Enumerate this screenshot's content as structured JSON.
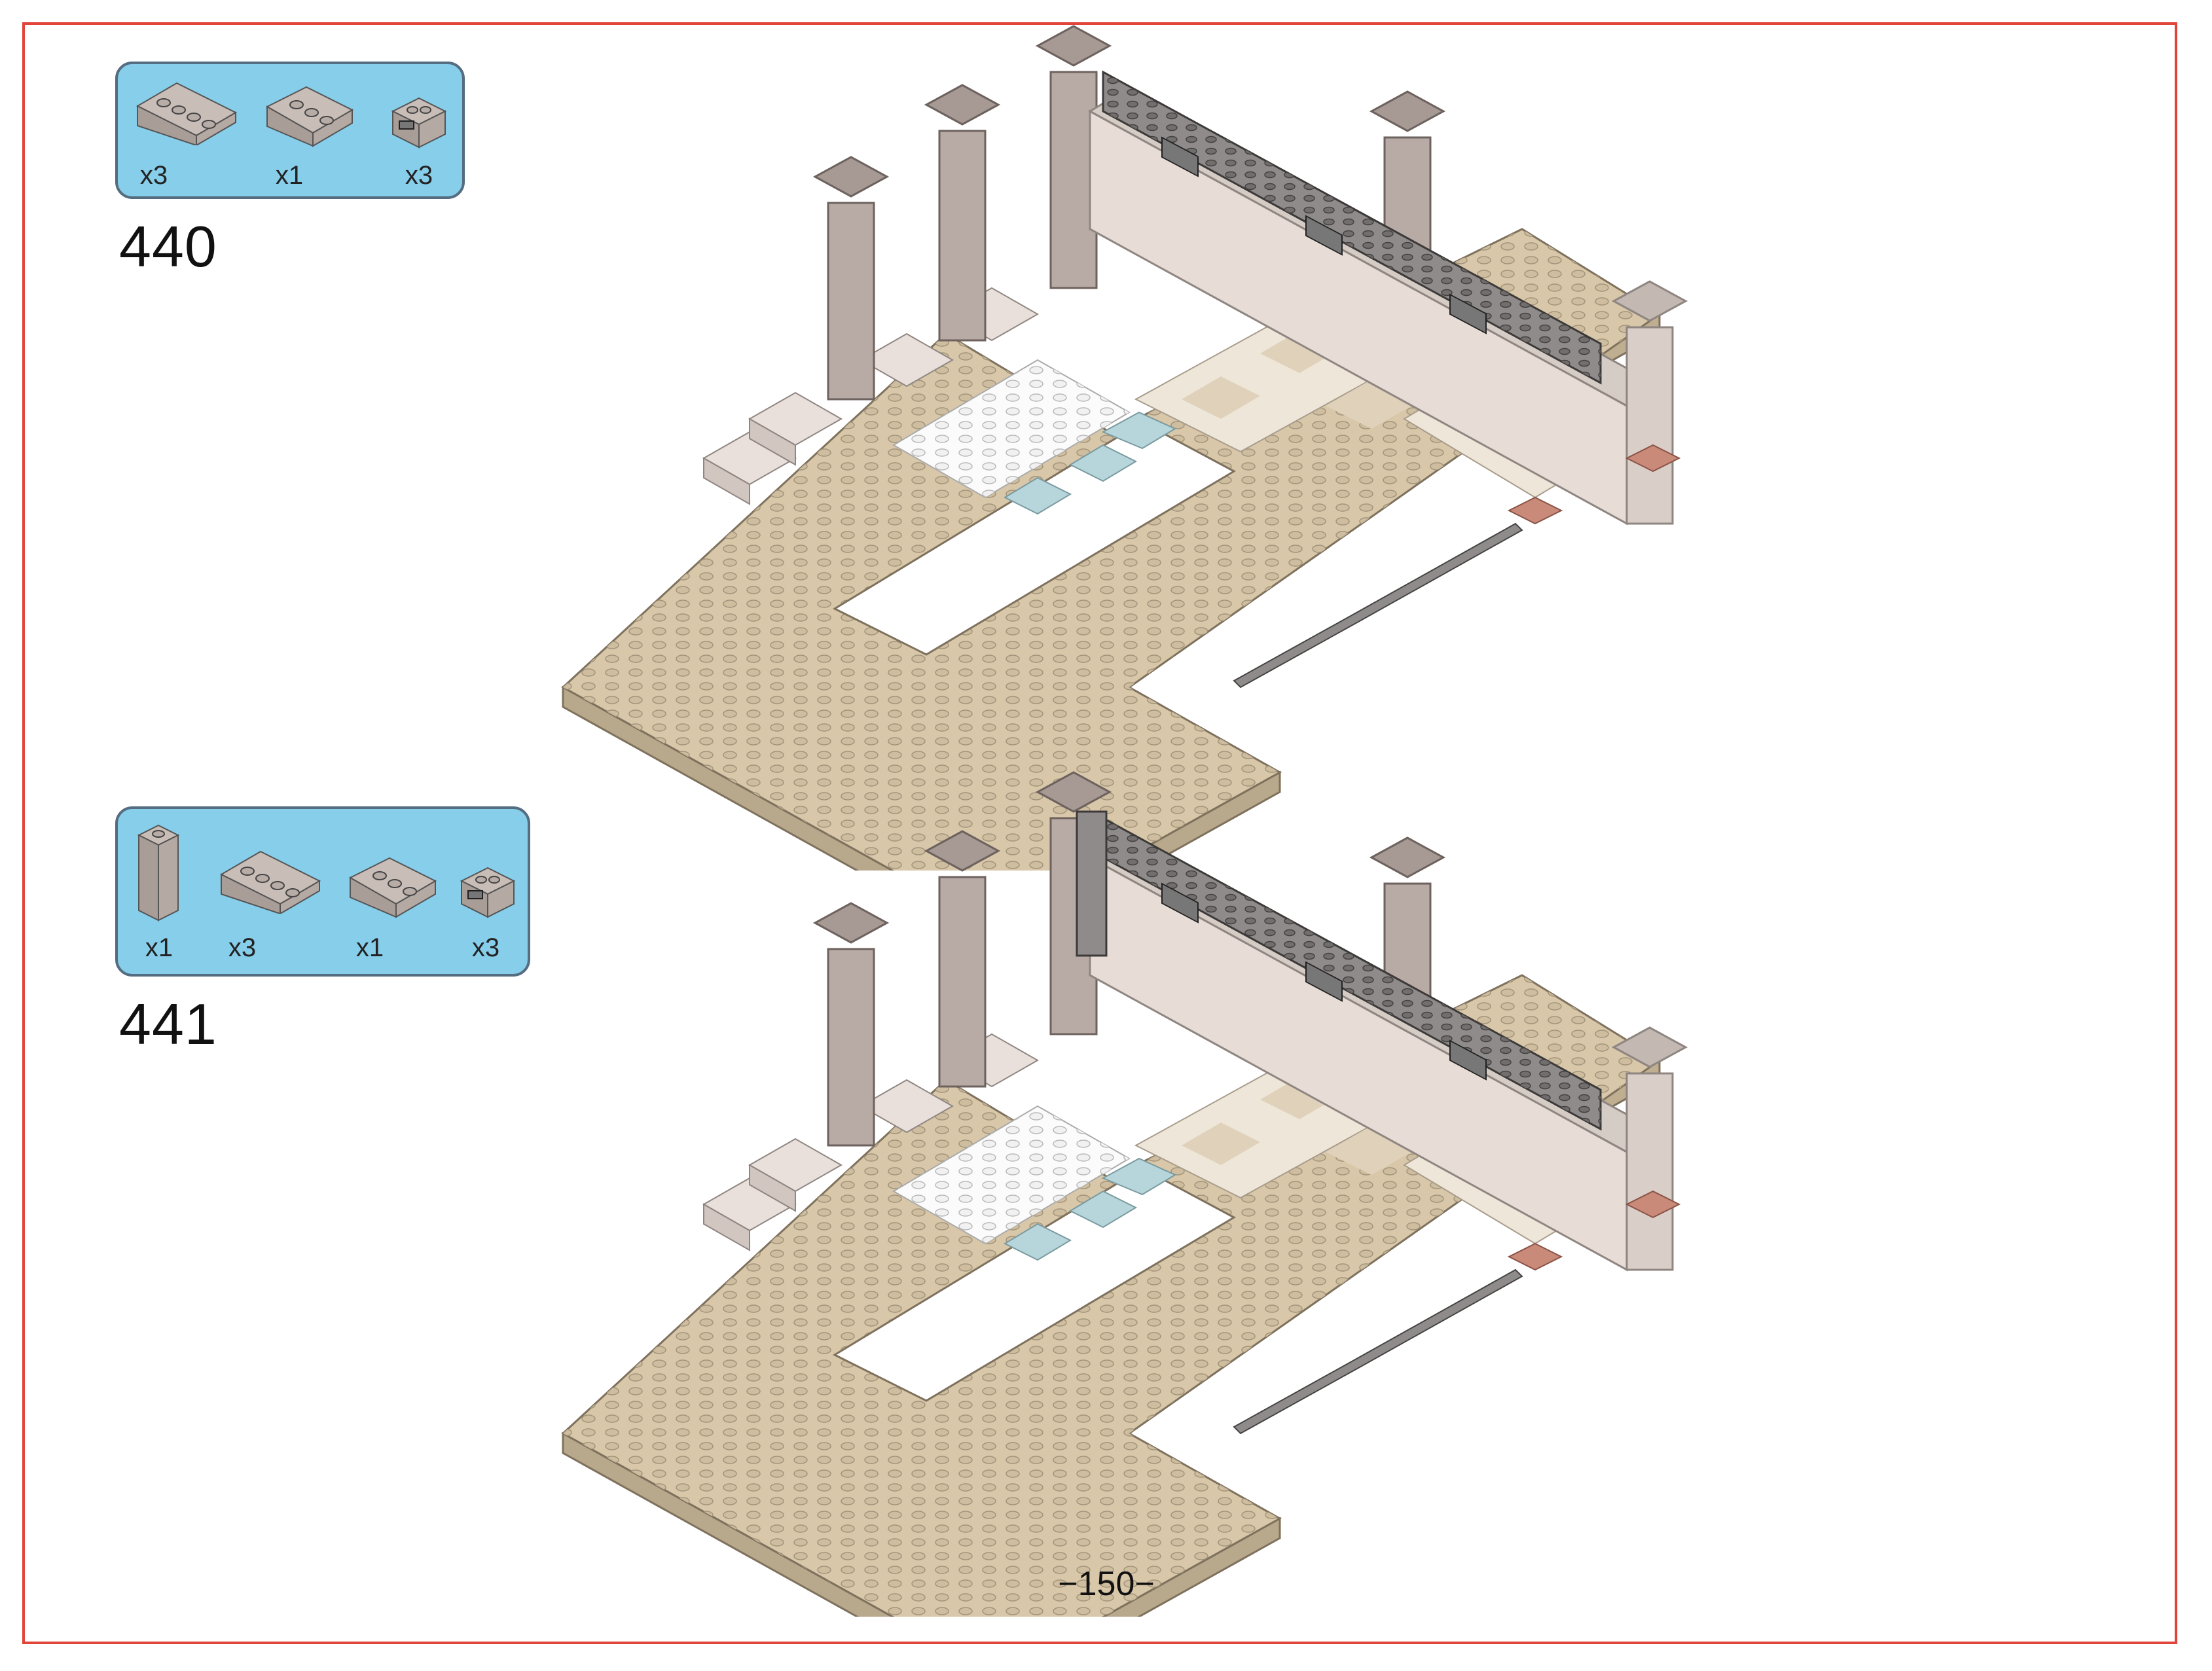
{
  "steps": [
    {
      "number": "440",
      "parts": [
        {
          "icon": "brick-1x4-icon",
          "quantity": "x3"
        },
        {
          "icon": "brick-1x3-icon",
          "quantity": "x1"
        },
        {
          "icon": "brick-1x2-masonry-icon",
          "quantity": "x3"
        }
      ]
    },
    {
      "number": "441",
      "parts": [
        {
          "icon": "brick-1x1-tall-icon",
          "quantity": "x1"
        },
        {
          "icon": "brick-1x4-icon",
          "quantity": "x3"
        },
        {
          "icon": "brick-1x3-icon",
          "quantity": "x1"
        },
        {
          "icon": "brick-1x2-masonry-icon",
          "quantity": "x3"
        }
      ]
    }
  ],
  "page_number": "−150−",
  "colors": {
    "frame": "#e0443a",
    "parts_box": "#87ceeb",
    "baseplate": "#d8c7a8",
    "wall": "#e7ddd6",
    "column": "#b8aaa4",
    "dark_brick": "#8f8b8a",
    "white_tile": "#fbfbfb",
    "trans_blue": "#b6d6dc"
  }
}
